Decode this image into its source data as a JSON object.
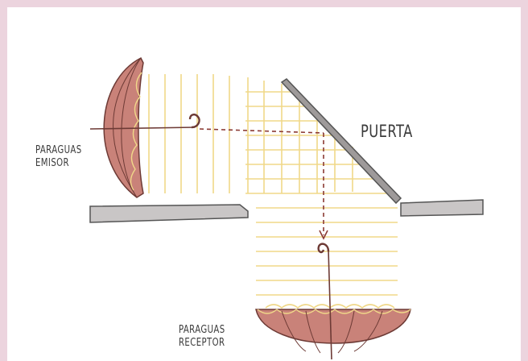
{
  "labels": {
    "door": "PUERTA",
    "emitter_line1": "PARAGUAS",
    "emitter_line2": "EMISOR",
    "receiver_line1": "PARAGUAS",
    "receiver_line2": "RECEPTOR"
  },
  "colors": {
    "background": "#ecd4de",
    "umbrella": "#c98279",
    "umbrella_dark": "#6d3a35",
    "waves": "#f0d889",
    "wall": "#c9c6c6",
    "wall_edge": "#555555",
    "path": "#8b3a33"
  }
}
